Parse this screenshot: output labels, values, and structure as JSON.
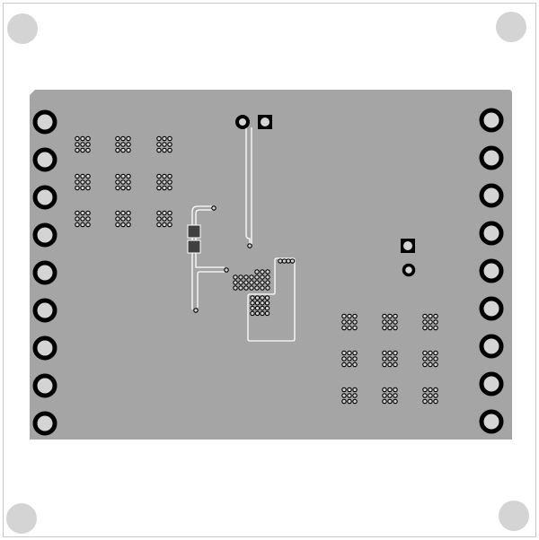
{
  "colors": {
    "background": "#ffffff",
    "frame": "#c8c8c8",
    "mounting_hole": "#d4d4d4",
    "board": "#a5a5a5",
    "pad_ring": "#000000",
    "pad_hole": "#d4d4d4",
    "trace": "#ffffff",
    "smd_pad": "#404040"
  },
  "board": {
    "edge_connectors": {
      "left_count": 9,
      "right_count": 9
    },
    "via_arrays": {
      "left_group_count": 9,
      "right_group_count": 9,
      "grid": "3x3"
    }
  }
}
